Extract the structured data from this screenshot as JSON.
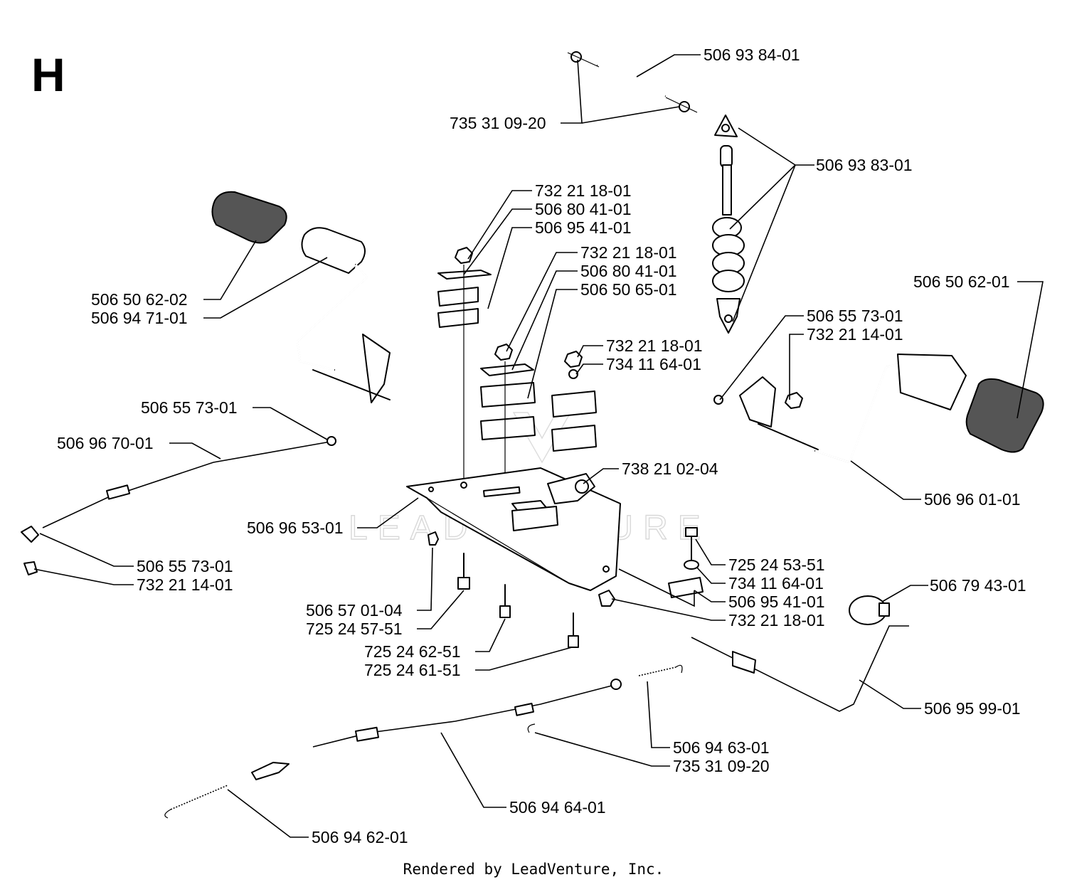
{
  "section": "H",
  "footer": "Rendered by LeadVenture, Inc.",
  "watermark": "LEADVENTURE",
  "labels": {
    "l01": "506 93 84-01",
    "l02": "735 31 09-20",
    "l03": "506 93 83-01",
    "l04": "732 21 18-01",
    "l05": "506 80 41-01",
    "l06": "506 95 41-01",
    "l07": "732 21 18-01",
    "l08": "506 80 41-01",
    "l09": "506 50 65-01",
    "l10": "506 50 62-02",
    "l11": "506 94 71-01",
    "l12": "732 21 18-01",
    "l13": "734 11 64-01",
    "l14": "506 50 62-01",
    "l15": "506 55 73-01",
    "l16": "732 21 14-01",
    "l17": "506 55 73-01",
    "l18": "506 96 70-01",
    "l19": "738 21 02-04",
    "l20": "506 96 01-01",
    "l21": "506 96 53-01",
    "l22": "725 24 53-51",
    "l23": "506 55 73-01",
    "l24": "732 21 14-01",
    "l25": "734 11 64-01",
    "l26": "506 95 41-01",
    "l27": "506 79 43-01",
    "l28": "506 57 01-04",
    "l29": "732 21 18-01",
    "l30": "725 24 57-51",
    "l31": "725 24 62-51",
    "l32": "725 24 61-51",
    "l33": "506 95 99-01",
    "l34": "506 94 63-01",
    "l35": "735 31 09-20",
    "l36": "506 94 64-01",
    "l37": "506 94 62-01"
  }
}
